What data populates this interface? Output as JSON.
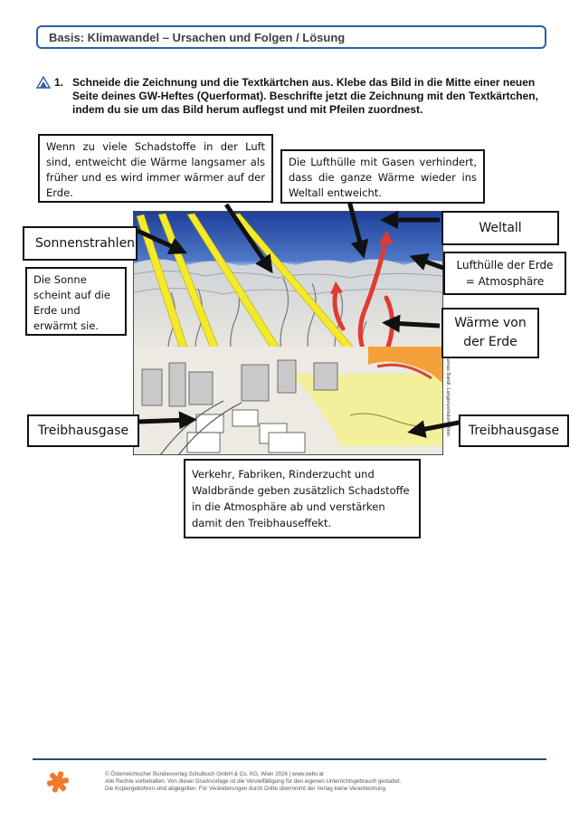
{
  "header": {
    "title": "Basis: Klimawandel – Ursachen und Folgen / Lösung"
  },
  "task": {
    "number": "1.",
    "text": "Schneide die Zeichnung und die Textkärtchen aus. Klebe das Bild in die Mitte einer neuen Seite deines GW-Heftes (Querformat). Beschrifte jetzt die Zeichnung mit den Textkärtchen, indem du sie um das Bild herum auflegst und mit Pfeilen zuordnest."
  },
  "labels": {
    "schadstoffe_luft": "Wenn zu viele Schadstoffe in der Luft sind, entweicht die Wärme langsamer als früher und es wird immer wärmer auf der Erde.",
    "lufthuelle_gase": "Die Lufthülle mit Gasen verhindert, dass die ganze Wärme wieder ins Weltall entweicht.",
    "sonnenstrahlen": "Sonnenstrahlen",
    "sonne_scheint": "Die Sonne scheint auf die Erde und erwärmt sie.",
    "weltall": "Weltall",
    "lufthuelle_erde_line1": "Lufthülle der Erde",
    "lufthuelle_erde_line2": "= Atmosphäre",
    "waerme_line1": "Wärme von",
    "waerme_line2": "der Erde",
    "treibhausgase_left": "Treibhausgase",
    "treibhausgase_right": "Treibhausgase",
    "verkehr": "Verkehr, Fabriken, Rinderzucht und Waldbrände geben zusätzlich Schadstoffe in die Atmosphäre ab und verstärken damit den Treibhauseffekt."
  },
  "image_credit": "Thomas Bandl, Langenzersdorf, Wien",
  "footer": {
    "line1": "© Österreichischer Bundesverlag Schulbuch GmbH & Co. KG, Wien 2026 | www.oebv.at",
    "line2": "Alle Rechte vorbehalten. Von dieser Druckvorlage ist die Vervielfältigung für den eigenen Unterrichtsgebrauch gestattet.",
    "line3": "Die Kopiergebühren sind abgegolten. Für Veränderungen durch Dritte übernimmt der Verlag keine Verantwortung."
  },
  "colors": {
    "header_border": "#2b5fa5",
    "footer_line": "#1f4f86",
    "logo": "#f07a2a",
    "sky": "#2a4fa8",
    "sun_ray": "#f2ea2b",
    "heat_arrow": "#e23a2f"
  }
}
